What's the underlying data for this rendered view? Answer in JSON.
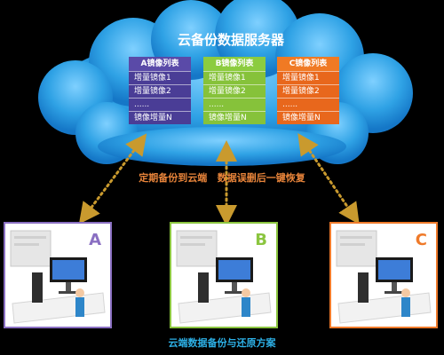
{
  "cloud": {
    "title": "云备份数据服务器",
    "columns": [
      {
        "header": "A镜像列表",
        "items": [
          "增量镜像1",
          "增量镜像2",
          "......",
          "镜像增量N"
        ]
      },
      {
        "header": "B镜像列表",
        "items": [
          "增量镜像1",
          "增量镜像2",
          "......",
          "镜像增量N"
        ]
      },
      {
        "header": "C镜像列表",
        "items": [
          "增量镜像1",
          "增量镜像2",
          "......",
          "镜像增量N"
        ]
      }
    ]
  },
  "middle_caption": "定期备份到云端   数据误删后一键恢复",
  "panels": [
    {
      "letter": "A"
    },
    {
      "letter": "B"
    },
    {
      "letter": "C"
    }
  ],
  "bottom_caption": "云端数据备份与还原方案",
  "colors": {
    "A": "#8a6fc2",
    "B": "#8bc53f",
    "C": "#ef7a2a",
    "cloud": "#2fa2e5",
    "arrow": "#c99a2e"
  }
}
